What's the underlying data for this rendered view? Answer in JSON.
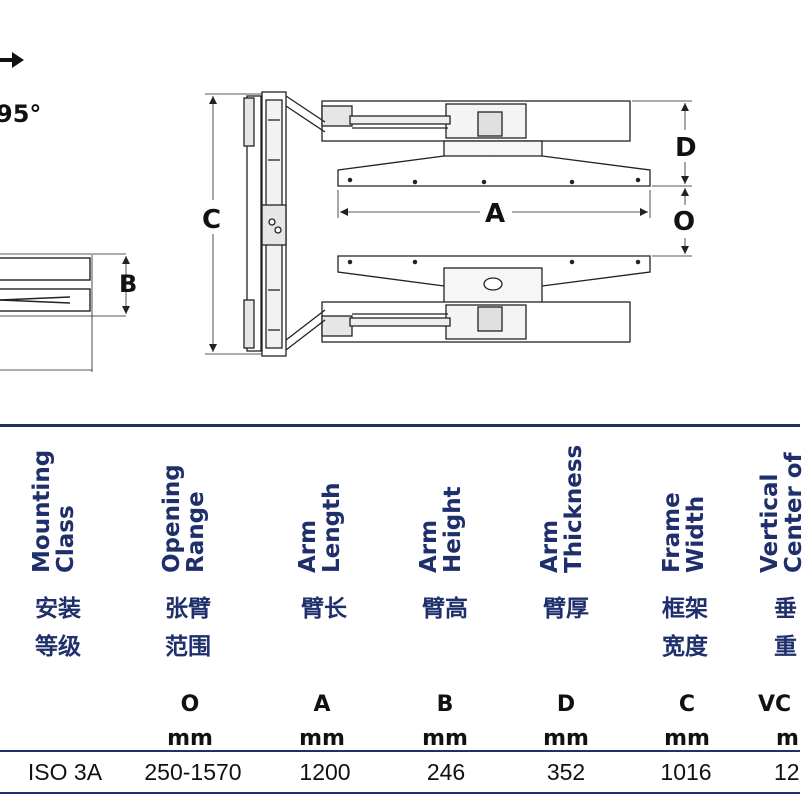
{
  "drawing": {
    "angle_label": "95°",
    "dim_labels": {
      "A": "A",
      "B": "B",
      "C": "C",
      "D": "D",
      "O": "O"
    }
  },
  "spec_table": {
    "columns": [
      {
        "header": "Mounting\nClass",
        "cn": "安装\n等级",
        "symbol": "",
        "unit": "",
        "value": "ISO 3A"
      },
      {
        "header": "Opening\nRange",
        "cn": "张臂\n范围",
        "symbol": "O",
        "unit": "mm",
        "value": "250-1570"
      },
      {
        "header": "Arm\nLength",
        "cn": "臂长",
        "symbol": "A",
        "unit": "mm",
        "value": "1200"
      },
      {
        "header": "Arm\nHeight",
        "cn": "臂高",
        "symbol": "B",
        "unit": "mm",
        "value": "246"
      },
      {
        "header": "Arm\nThickness",
        "cn": "臂厚",
        "symbol": "D",
        "unit": "mm",
        "value": "352"
      },
      {
        "header": "Frame\nWidth",
        "cn": "框架\n宽度",
        "symbol": "C",
        "unit": "mm",
        "value": "1016"
      },
      {
        "header": "Vertical\nCenter of",
        "cn": "垂\n重",
        "symbol": "VC",
        "unit": "m",
        "value": "12"
      }
    ]
  }
}
